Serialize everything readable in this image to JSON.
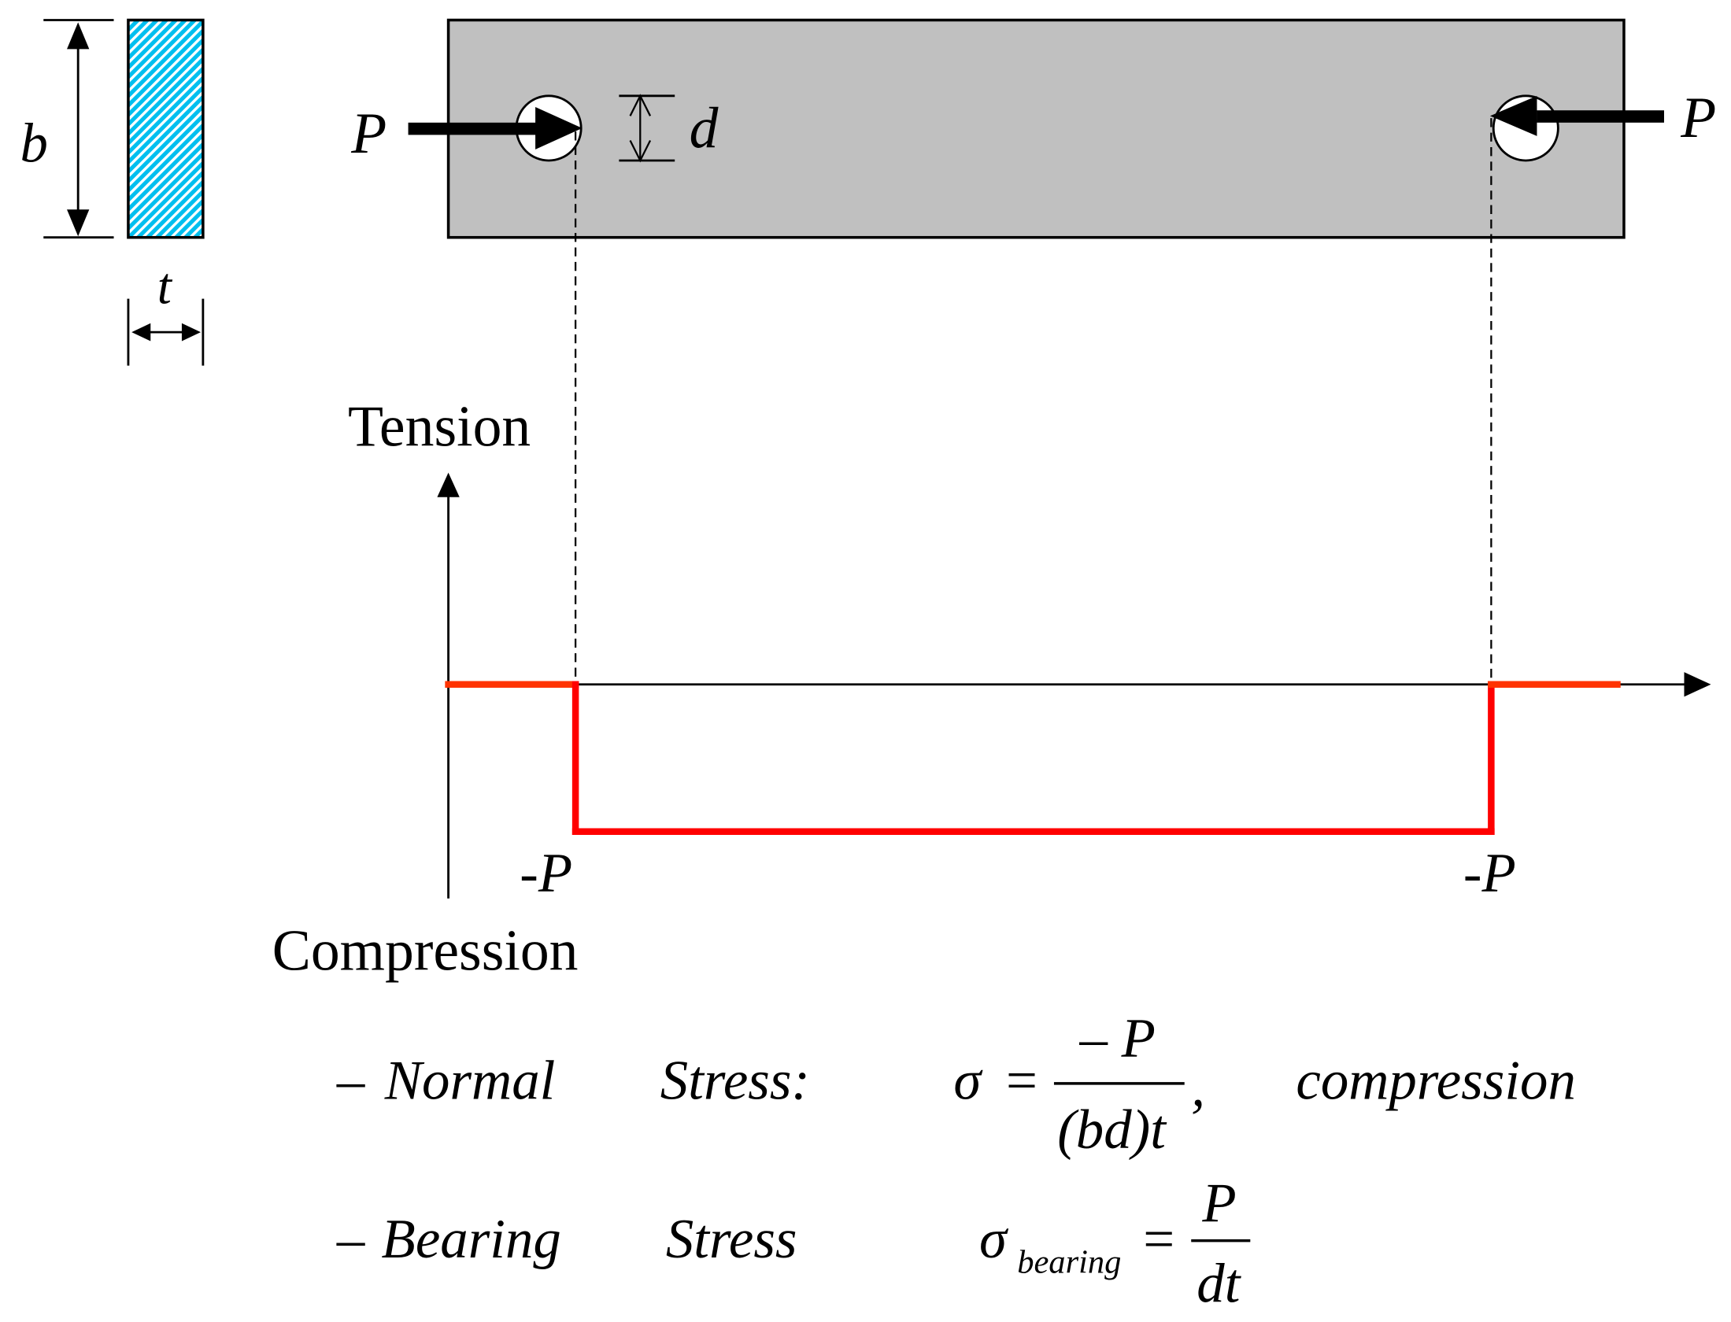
{
  "cross_section": {
    "height_label": "b",
    "thickness_label": "t",
    "fill_color": "#00BFEF",
    "hatch_color": "#FFFFFF"
  },
  "plate": {
    "fill_color": "#C0C0C0",
    "left_load_label": "P",
    "right_load_label": "P",
    "hole_label": "d"
  },
  "stress_diagram": {
    "upper_axis_label": "Tension",
    "lower_axis_label": "Compression",
    "left_value_label": "-P",
    "right_value_label": "-P",
    "line_color_zero": "#FF3300",
    "line_color_negative": "#FF0000",
    "profile": [
      {
        "segment": "left-end",
        "value": 0
      },
      {
        "segment": "between-holes",
        "value": -1
      },
      {
        "segment": "right-end",
        "value": 0
      }
    ]
  },
  "equations": {
    "normal": {
      "bullet": "–",
      "name": "Normal",
      "kind": "Stress:",
      "lhs": "σ",
      "eq": "=",
      "numerator": "– P",
      "denominator": "(bd)t",
      "comma": ",",
      "note": "compression"
    },
    "bearing": {
      "bullet": "–",
      "name": "Bearing",
      "kind": "Stress",
      "lhs": "σ",
      "lhs_sub": "bearing",
      "eq": "=",
      "numerator": "P",
      "denominator": "dt"
    }
  }
}
